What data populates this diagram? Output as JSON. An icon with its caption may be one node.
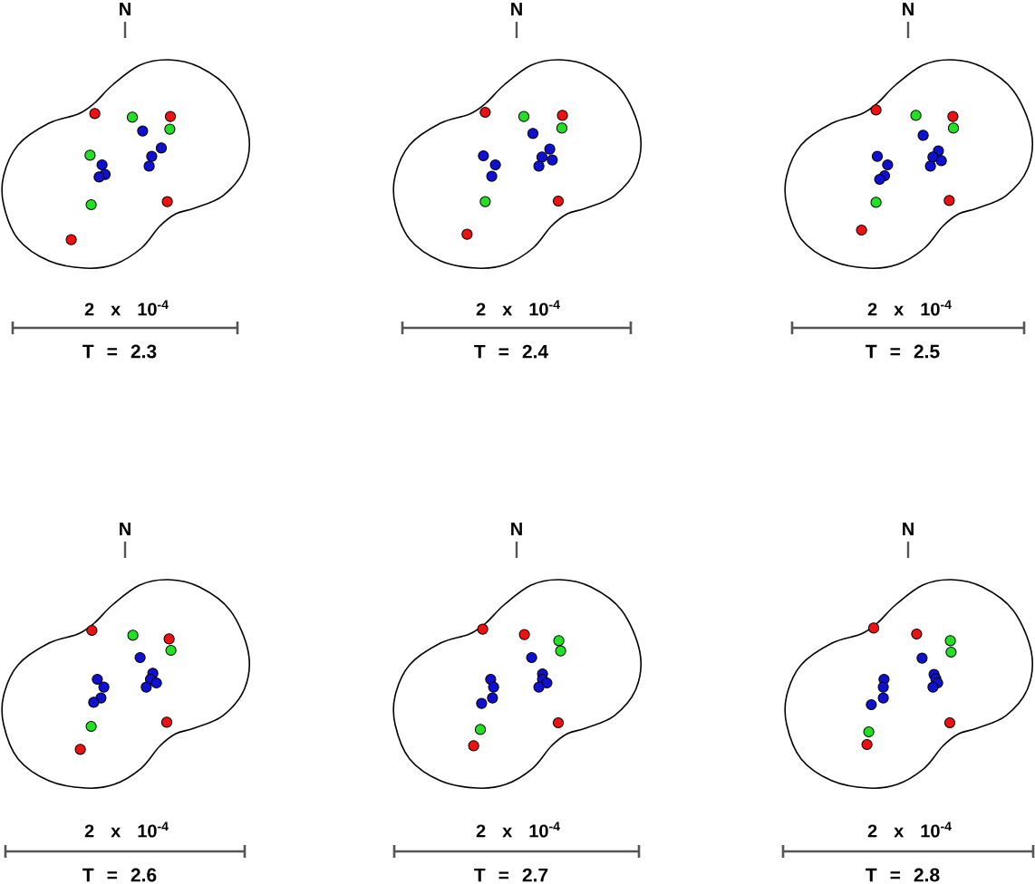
{
  "diagram": {
    "labels": [
      "N",
      "2 x 10$^{-4}$",
      "T = 2.3",
      "N",
      "2 x 10$^{-4}$",
      "T = 2.4",
      "N",
      "2 x 10$^{-4}$",
      "T = 2.5",
      "N",
      "2 x 10$^{-4}$",
      "T = 2.6",
      "N",
      "2 x 10$^{-4}$",
      "T = 2.7",
      "N",
      "2 x 10$^{-4}$",
      "T = 2.8"
    ]
  }
}
